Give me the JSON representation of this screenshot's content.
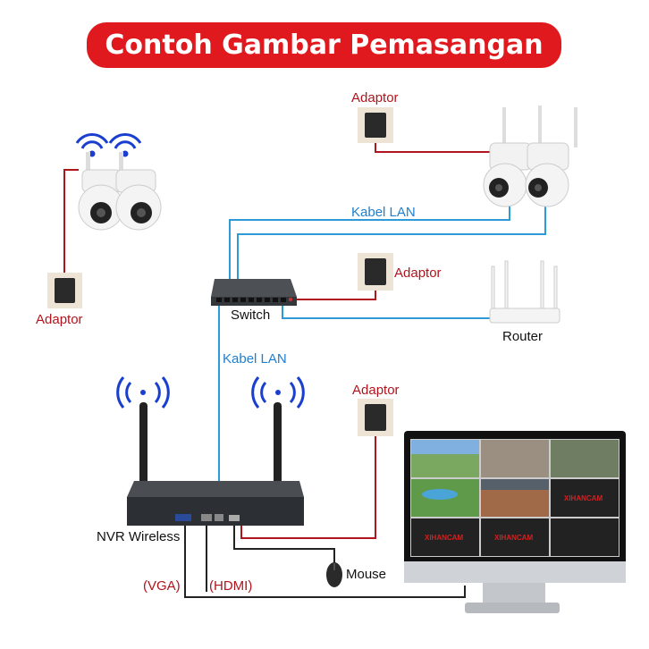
{
  "title": "Contoh Gambar Pemasangan",
  "labels": {
    "adaptor_left": "Adaptor",
    "adaptor_top": "Adaptor",
    "adaptor_mid": "Adaptor",
    "adaptor_low": "Adaptor",
    "kabel_lan_top": "Kabel LAN",
    "kabel_lan_mid": "Kabel LAN",
    "switch": "Switch",
    "router": "Router",
    "nvr": "NVR Wireless",
    "mouse": "Mouse",
    "vga": "(VGA)",
    "hdmi": "(HDMI)"
  },
  "brand": "XIHANCAM",
  "monitor_cells": [
    "XIHANCAM",
    "XIHANCAM",
    "XIHANCAM"
  ],
  "colors": {
    "title_bg": "#e0191f",
    "power_cable": "#b0141c",
    "lan_cable": "#2f9ad8",
    "video_cable": "#222222"
  }
}
